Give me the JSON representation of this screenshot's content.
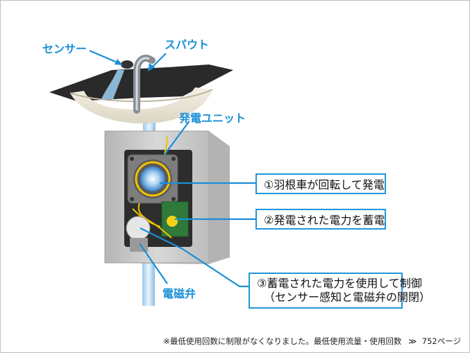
{
  "labels": {
    "sensor": "センサー",
    "spout": "スパウト",
    "generator_unit": "発電ユニット",
    "solenoid_valve": "電磁弁"
  },
  "callouts": {
    "step1": "①羽根車が回転して発電",
    "step2": "②発電された電力を蓄電",
    "step3_line1": "③蓄電された電力を使用して制御",
    "step3_line2": "（センサー感知と電磁弁の開閉）"
  },
  "footnote": {
    "text": "※最低使用回数に制限がなくなりました。最低使用流量・使用回数",
    "arrows": "≫",
    "page_ref": "752ページ"
  },
  "colors": {
    "accent_blue": "#1a8fd6",
    "callout_border": "#2196d6",
    "wire_yellow": "#f2c200",
    "housing_gray": "#c9c9c9"
  }
}
